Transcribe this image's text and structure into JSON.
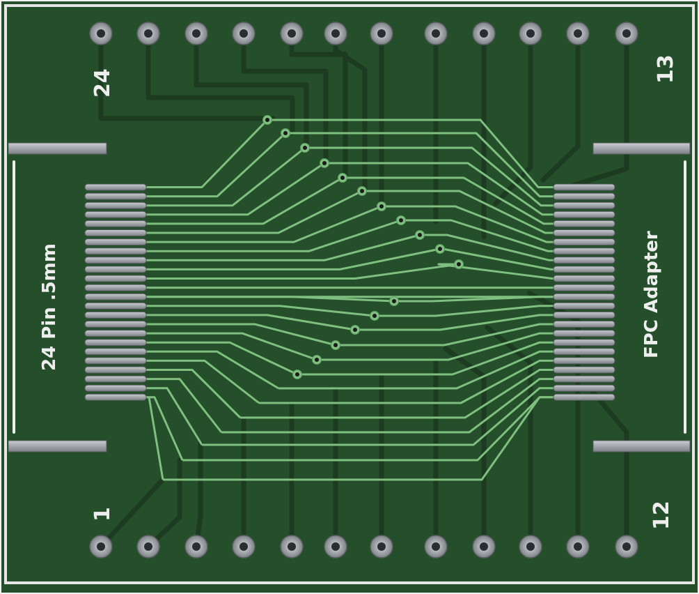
{
  "board": {
    "colors": {
      "substrate": "#244f2a",
      "trace": "#7fbf80",
      "trace_bottom": "#1c3b20",
      "silkscreen": "#eeeeee",
      "pad_metal": "#9ea2a8",
      "pad_hole": "#2b2d31",
      "outline": "#e6e6e6"
    },
    "labels": {
      "pin_top_left": "24",
      "pin_top_right": "13",
      "pin_bottom_left": "1",
      "pin_bottom_right": "12",
      "left_side": "24 Pin .5mm",
      "right_side": "FPC Adapter"
    },
    "header_top_count": 12,
    "header_bottom_count": 12,
    "fpc_left_pads": 24,
    "fpc_right_pads": 24,
    "vias": 17
  }
}
